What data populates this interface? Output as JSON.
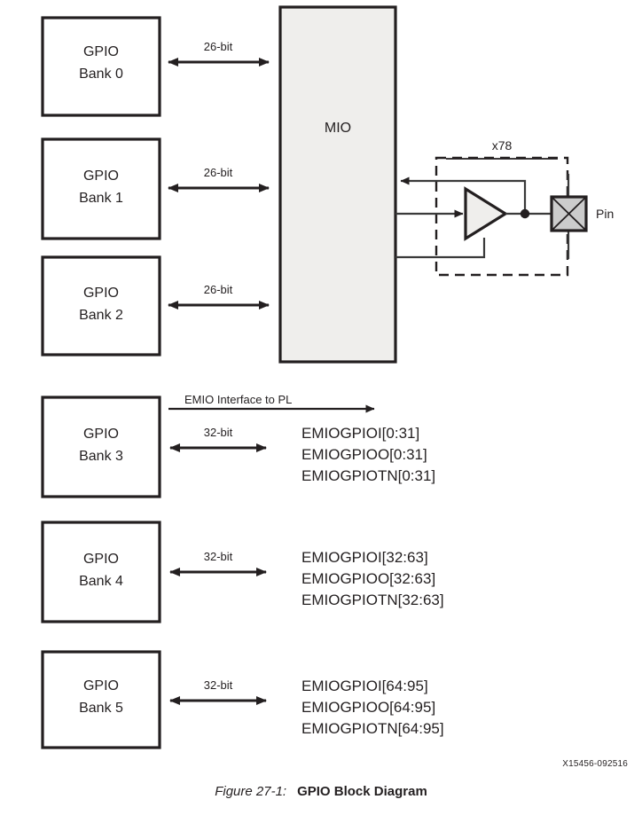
{
  "figure": {
    "number": "Figure 27-1:",
    "title": "GPIO Block Diagram",
    "doc_id": "X15456-092516"
  },
  "blocks": {
    "mio": {
      "label": "MIO"
    },
    "banks": [
      {
        "id": "bank0",
        "line1": "GPIO",
        "line2": "Bank 0",
        "width_label": "26-bit"
      },
      {
        "id": "bank1",
        "line1": "GPIO",
        "line2": "Bank 1",
        "width_label": "26-bit"
      },
      {
        "id": "bank2",
        "line1": "GPIO",
        "line2": "Bank 2",
        "width_label": "26-bit"
      },
      {
        "id": "bank3",
        "line1": "GPIO",
        "line2": "Bank 3",
        "width_label": "32-bit"
      },
      {
        "id": "bank4",
        "line1": "GPIO",
        "line2": "Bank 4",
        "width_label": "32-bit"
      },
      {
        "id": "bank5",
        "line1": "GPIO",
        "line2": "Bank 5",
        "width_label": "32-bit"
      }
    ]
  },
  "emio": {
    "interface_label": "EMIO Interface to PL",
    "groups": [
      {
        "bank": "Bank 3",
        "signals": [
          "EMIOGPIOI[0:31]",
          "EMIOGPIOO[0:31]",
          "EMIOGPIOTN[0:31]"
        ]
      },
      {
        "bank": "Bank 4",
        "signals": [
          "EMIOGPIOI[32:63]",
          "EMIOGPIOO[32:63]",
          "EMIOGPIOTN[32:63]"
        ]
      },
      {
        "bank": "Bank 5",
        "signals": [
          "EMIOGPIOI[64:95]",
          "EMIOGPIOO[64:95]",
          "EMIOGPIOTN[64:95]"
        ]
      }
    ]
  },
  "pin_circuit": {
    "multiplicity_label": "x78",
    "pin_label": "Pin",
    "buffer_name": "tristate-buffer"
  },
  "colors": {
    "line": "#231f20",
    "wire": "#3a3a3a",
    "mio_fill": "#efeeec",
    "pin_fill": "#cccccc",
    "buffer_fill": "#efeeec",
    "text": "#231f20"
  }
}
